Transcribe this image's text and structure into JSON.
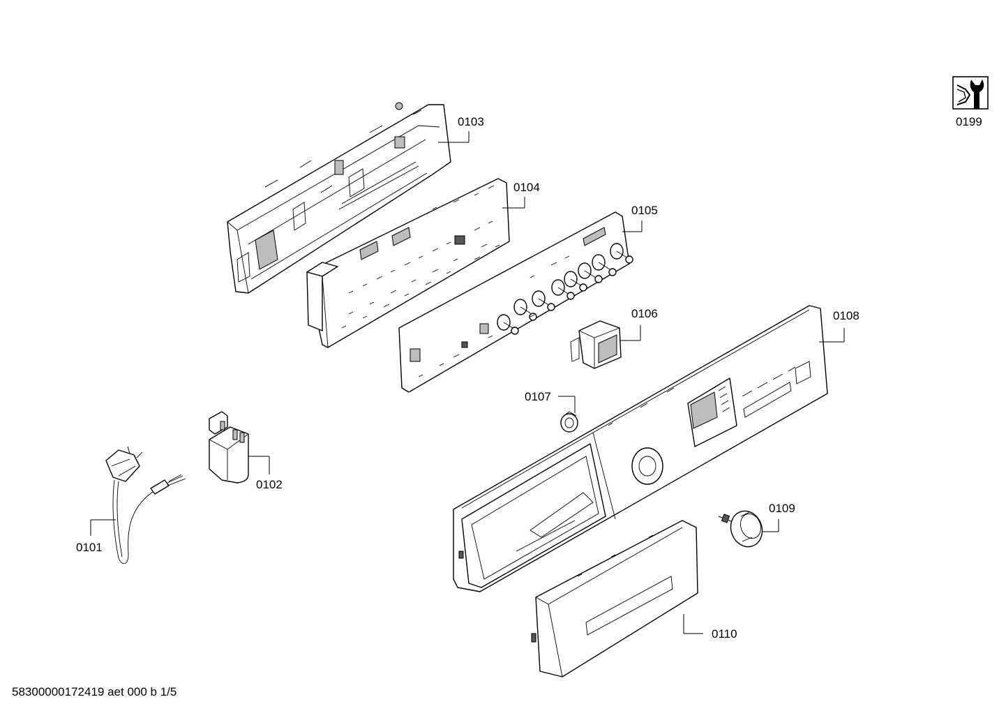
{
  "parts": [
    {
      "id": "p0101",
      "label": "0101"
    },
    {
      "id": "p0102",
      "label": "0102"
    },
    {
      "id": "p0103",
      "label": "0103"
    },
    {
      "id": "p0104",
      "label": "0104"
    },
    {
      "id": "p0105",
      "label": "0105"
    },
    {
      "id": "p0106",
      "label": "0106"
    },
    {
      "id": "p0107",
      "label": "0107"
    },
    {
      "id": "p0108",
      "label": "0108"
    },
    {
      "id": "p0109",
      "label": "0109"
    },
    {
      "id": "p0110",
      "label": "0110"
    },
    {
      "id": "p0199",
      "label": "0199"
    }
  ],
  "footer": "58300000172419 aet 000 b 1/5",
  "icons": {
    "service": "service-wrench-icon"
  }
}
